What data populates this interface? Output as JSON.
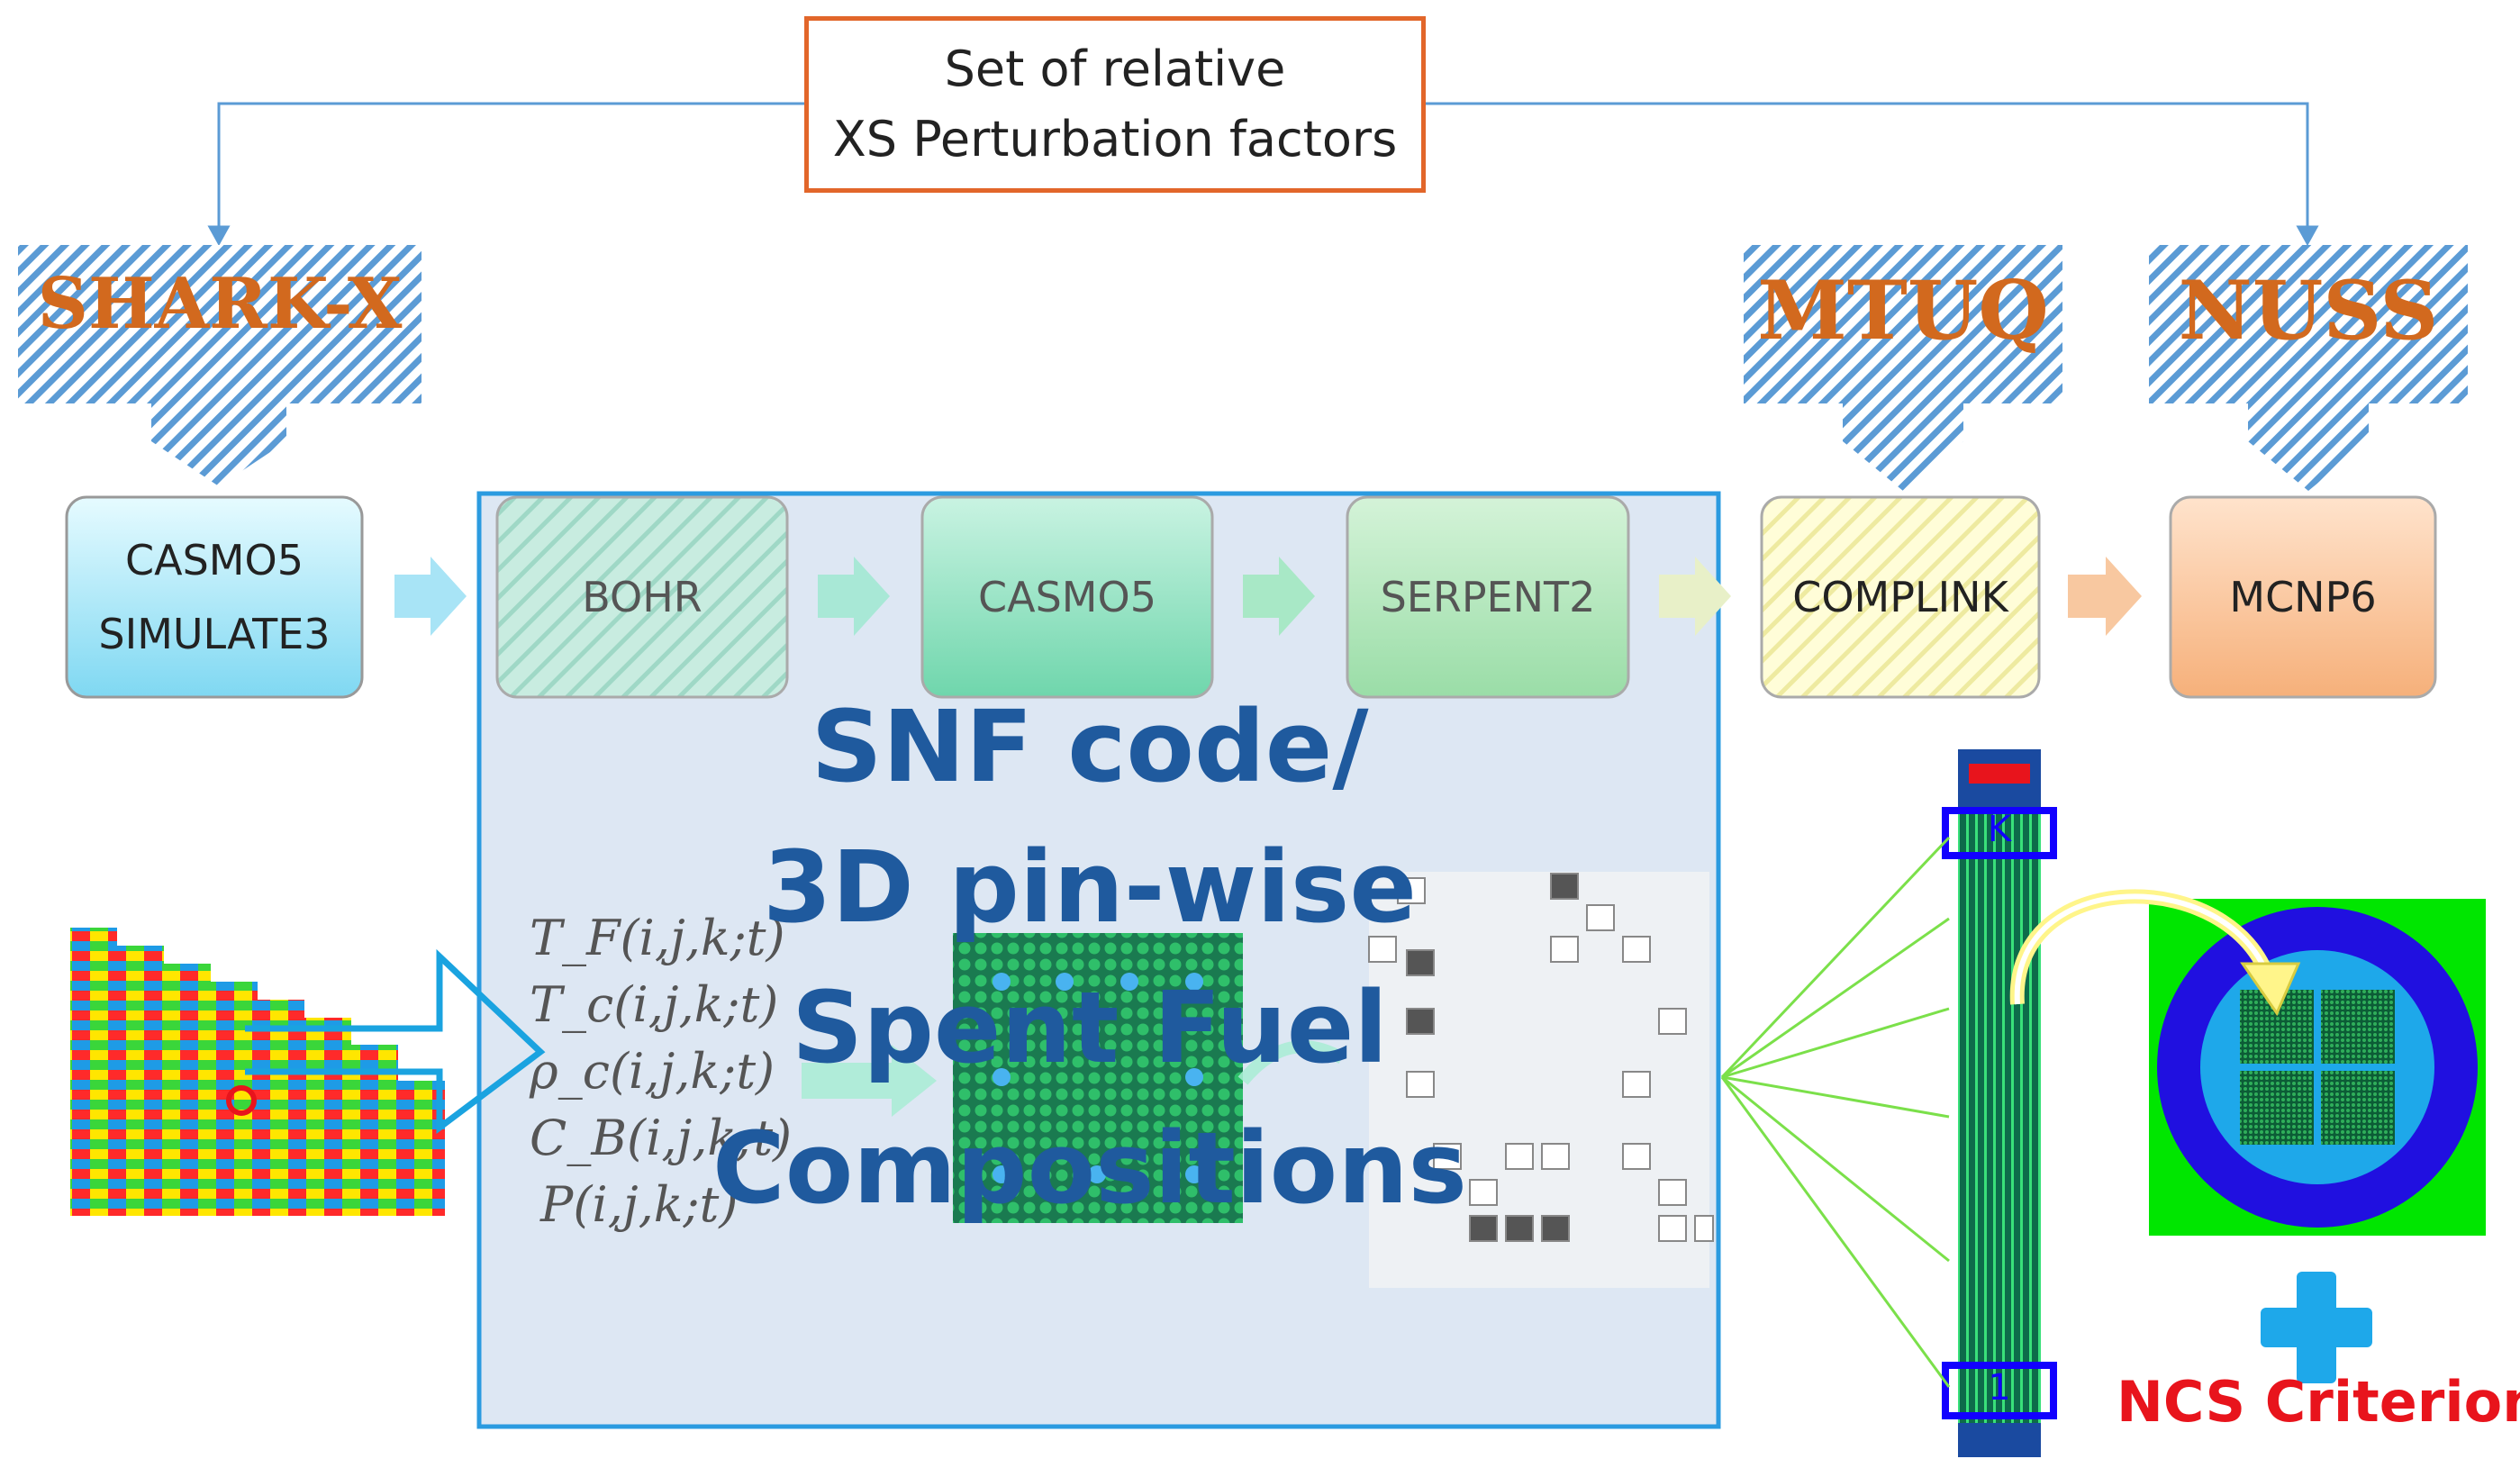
{
  "perturbation_box": {
    "line1": "Set of relative",
    "line2": "XS Perturbation factors"
  },
  "tools": {
    "sharkx": "SHARK-X",
    "mtuq": "MTUQ",
    "nuss": "NUSS"
  },
  "codes": {
    "casmo5_simulate3_line1": "CASMO5",
    "casmo5_simulate3_line2": "SIMULATE3",
    "bohr": "BOHR",
    "casmo5": "CASMO5",
    "serpent2": "SERPENT2",
    "complink": "COMPLINK",
    "mcnp6": "MCNP6"
  },
  "snf_overlay": {
    "line1": "SNF code/",
    "line2": "3D pin-wise",
    "line3": "Spent Fuel",
    "line4": "Compositions"
  },
  "formulas": {
    "tf": "T_F(i,j,k;t)",
    "tc": "T_c(i,j,k;t)",
    "rho": "ρ_c(i,j,k;t)",
    "cb": "C_B(i,j,k;t)",
    "p": "P(i,j,k;t)"
  },
  "assembly_axial": {
    "top_label": "K",
    "bottom_label": "1"
  },
  "criterion": {
    "plus": "+",
    "label": "NCS Criterion"
  },
  "colors": {
    "accent_blue": "#1f5a9e",
    "orange_border": "#e2662a",
    "hatch_blue": "#5b9bd5",
    "red": "#e8141c",
    "green": "#00e600"
  }
}
